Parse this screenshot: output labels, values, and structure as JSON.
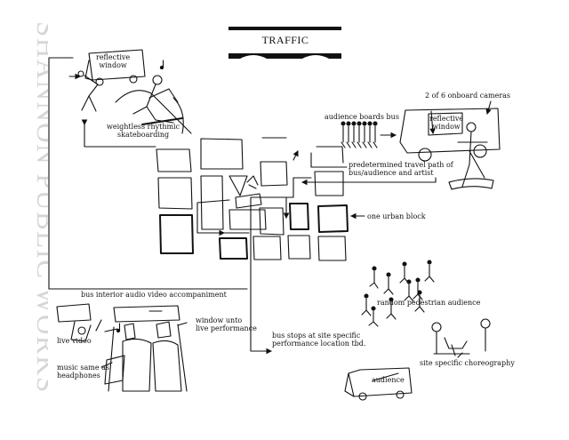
{
  "watermark": "SHANNON PUBLIC WORKS",
  "title": "TRAFFIC",
  "labels": {
    "reflective_window_top": "reflective\nwindow",
    "skateboarding": "weightless rhythmic\nskateboarding",
    "cameras": "2 of 6 onboard cameras",
    "reflective_window_right": "reflective\nwindow",
    "audience_boards": "audience boards bus",
    "travel_path": "predetermined travel path of\nbus/audience and artist",
    "urban_block": "one urban block",
    "interior_av": "bus interior audio video accompaniment",
    "live_video": "live video",
    "window_performance": "window unto\nlive performance",
    "music": "music same as\nheadphones",
    "bus_stops": "bus stops at site specific\nperformance location tbd.",
    "pedestrian": "random pedestrian audience",
    "choreography": "site specific choreography",
    "audience_bus": "audience"
  },
  "colors": {
    "ink": "#111111",
    "watermark": "#d6d6d6"
  }
}
